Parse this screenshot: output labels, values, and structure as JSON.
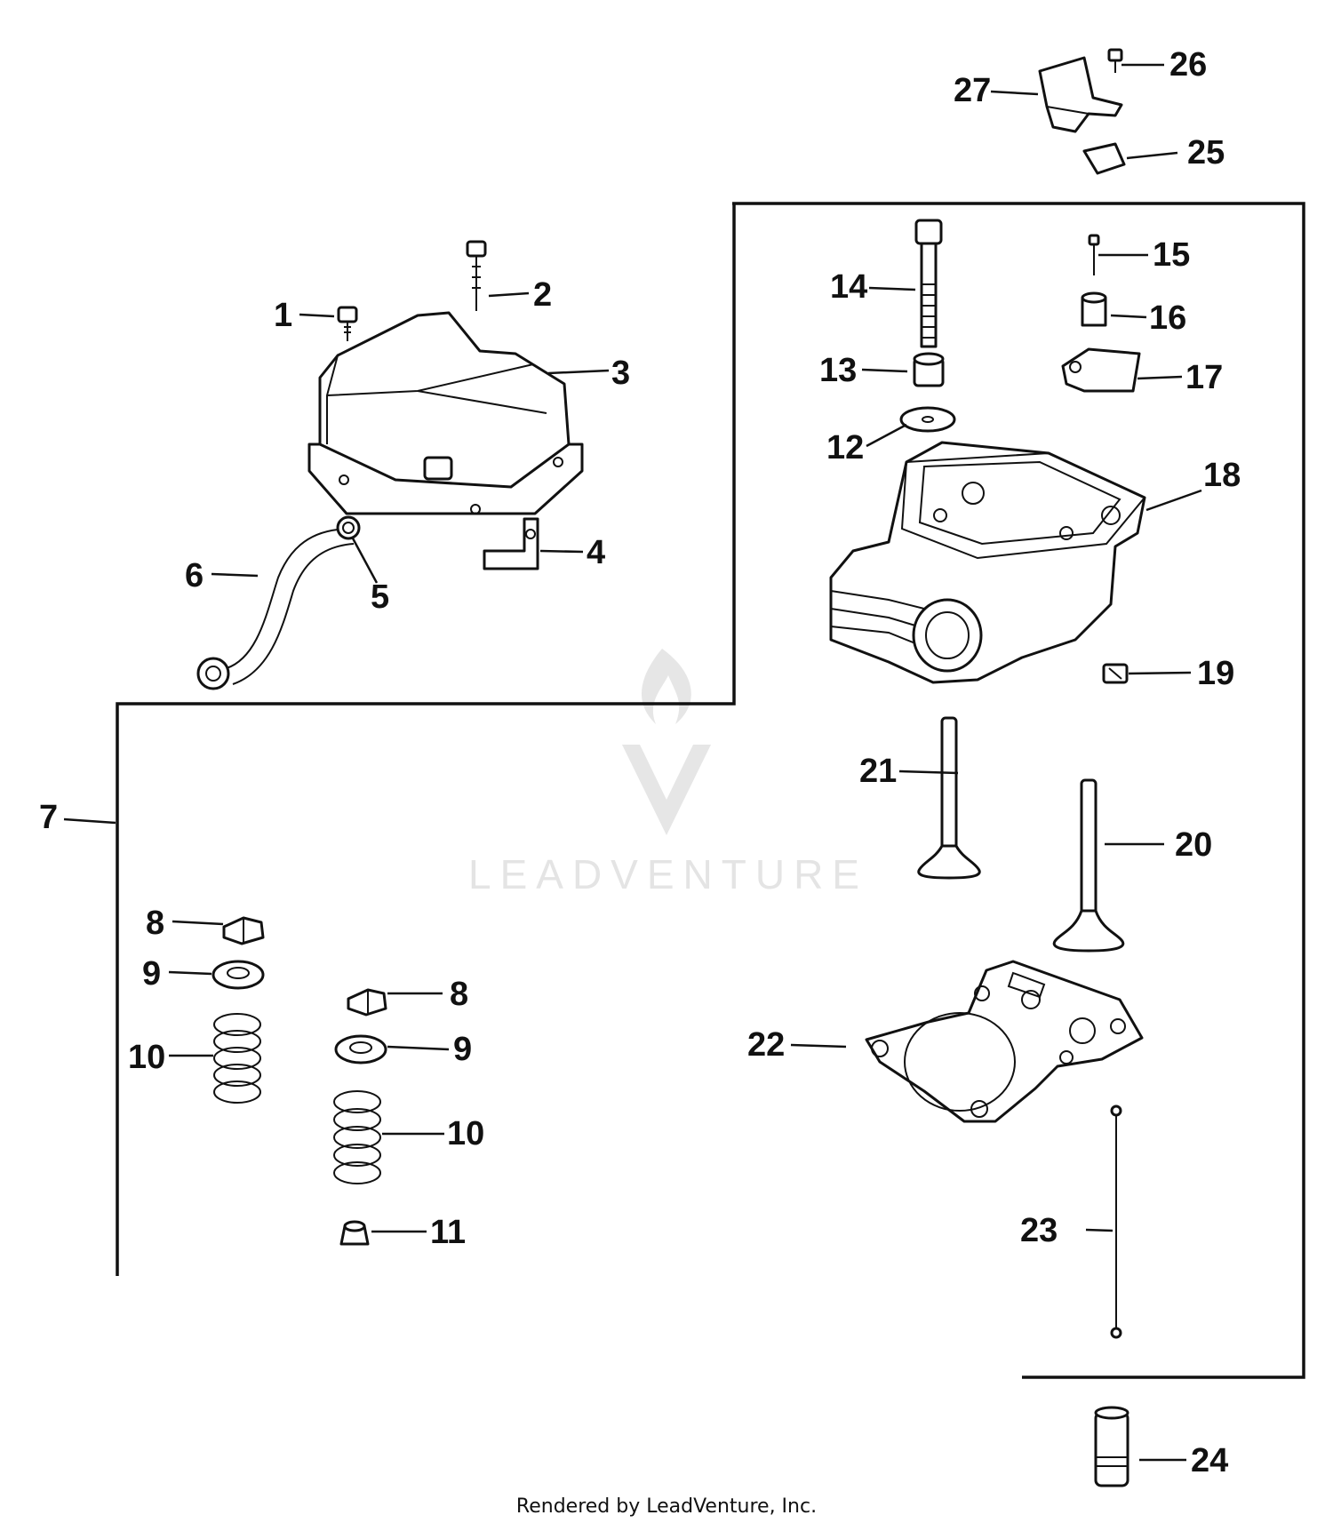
{
  "callouts": {
    "c1": "1",
    "c2": "2",
    "c3": "3",
    "c4": "4",
    "c5": "5",
    "c6": "6",
    "c7": "7",
    "c8a": "8",
    "c8b": "8",
    "c9a": "9",
    "c9b": "9",
    "c10a": "10",
    "c10b": "10",
    "c11": "11",
    "c12": "12",
    "c13": "13",
    "c14": "14",
    "c15": "15",
    "c16": "16",
    "c17": "17",
    "c18": "18",
    "c19": "19",
    "c20": "20",
    "c21": "21",
    "c22": "22",
    "c23": "23",
    "c24": "24",
    "c25": "25",
    "c26": "26",
    "c27": "27"
  },
  "watermark": "LEADVENTURE",
  "footer": "Rendered by LeadVenture, Inc."
}
